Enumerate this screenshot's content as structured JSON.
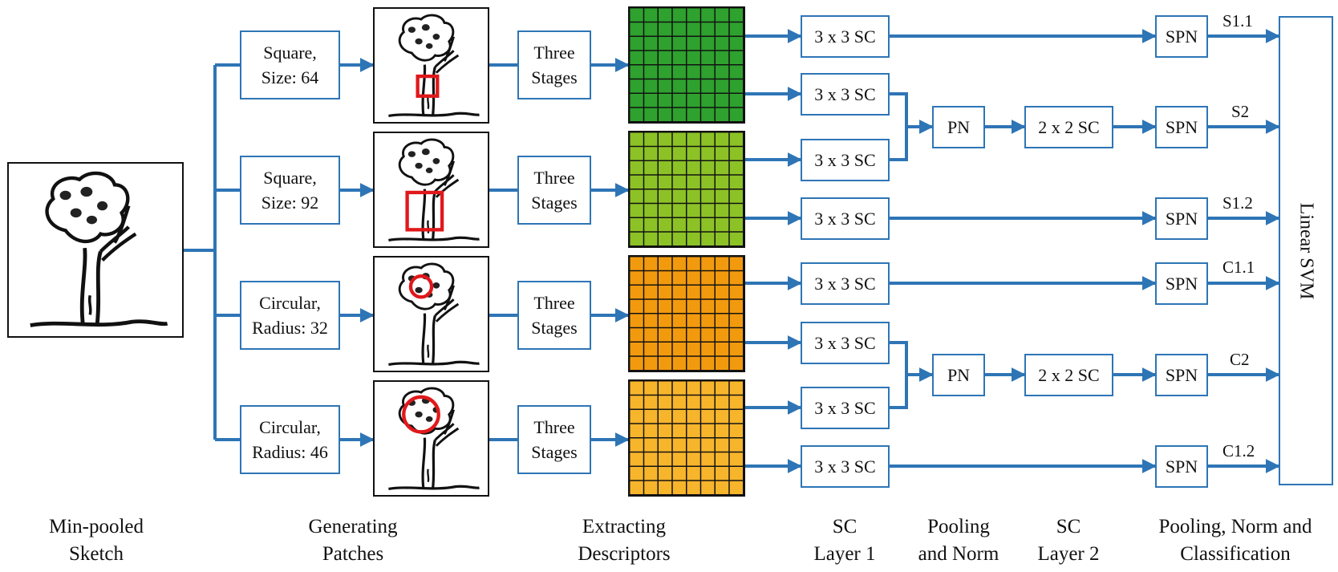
{
  "stage_labels": {
    "sketch": "Min-pooled\nSketch",
    "patches": "Generating\nPatches",
    "descriptors": "Extracting\nDescriptors",
    "sc1": "SC\nLayer 1",
    "pool": "Pooling\nand Norm",
    "sc2": "SC\nLayer 2",
    "final": "Pooling, Norm and\nClassification"
  },
  "patch_types": [
    "Square,\nSize: 64",
    "Square,\nSize: 92",
    "Circular,\nRadius: 32",
    "Circular,\nRadius: 46"
  ],
  "three_stages": "Three\nStages",
  "sc1_label": "3 x 3 SC",
  "pn_label": "PN",
  "sc2_label": "2 x 2 SC",
  "spn_label": "SPN",
  "outputs": [
    "S1.1",
    "S2",
    "S1.2",
    "C1.1",
    "C2",
    "C1.2"
  ],
  "svm_label": "Linear SVM",
  "colors": {
    "arrow": "#2e75b6",
    "grid_1": "#2ea12e",
    "grid_2": "#8cc226",
    "grid_3": "#f29a0e",
    "grid_4": "#f7b52c",
    "patch_highlight": "#e0181b"
  }
}
